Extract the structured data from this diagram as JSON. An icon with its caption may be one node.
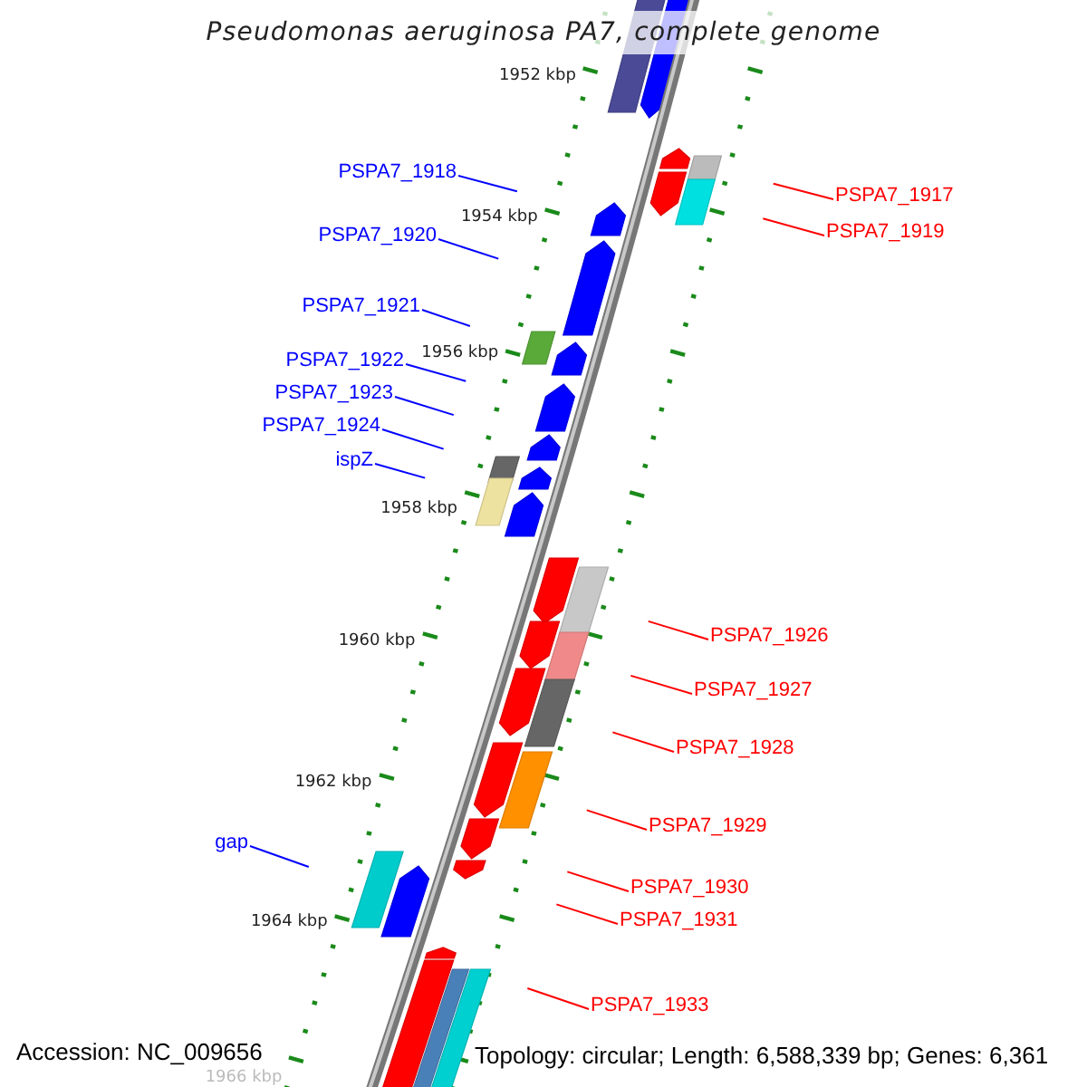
{
  "diagram": {
    "title": "Pseudomonas aeruginosa PA7, complete genome",
    "nodes": [
      {
        "text": [
          "PSPA7_1918"
        ]
      },
      {
        "text": [
          "PSPA7_1917"
        ]
      },
      {
        "text": [
          "PSPA7_1919"
        ]
      },
      {
        "text": [
          "PSPA7_1920"
        ]
      },
      {
        "text": [
          "PSPA7_1921"
        ]
      },
      {
        "text": [
          "PSPA7_1922"
        ]
      },
      {
        "text": [
          "PSPA7_1923"
        ]
      },
      {
        "text": [
          "PSPA7_1924"
        ]
      },
      {
        "text": [
          "ispZ"
        ]
      },
      {
        "text": [
          "PSPA7_1926"
        ]
      },
      {
        "text": [
          "PSPA7_1927"
        ]
      },
      {
        "text": [
          "PSPA7_1928"
        ]
      },
      {
        "text": [
          "PSPA7_1929"
        ]
      },
      {
        "text": [
          "gap"
        ]
      },
      {
        "text": [
          "PSPA7_1930"
        ]
      },
      {
        "text": [
          "PSPA7_1931"
        ]
      },
      {
        "text": [
          "PSPA7_1933"
        ]
      }
    ],
    "edges": [
      {
        "from": 0,
        "to": null,
        "arrow": "none",
        "color": "#0000ff"
      },
      {
        "from": 1,
        "to": null,
        "arrow": "none"
      },
      {
        "from": 2,
        "to": null,
        "arrow": "none"
      },
      {
        "from": 3,
        "to": null,
        "arrow": "none",
        "color": "#0000ff"
      },
      {
        "from": 4,
        "to": null,
        "arrow": "none",
        "color": "#0000ff"
      },
      {
        "from": 5,
        "to": null,
        "arrow": "none",
        "color": "#0000ff"
      },
      {
        "from": 6,
        "to": null,
        "arrow": "none",
        "color": "#0000ff"
      },
      {
        "from": 7,
        "to": null,
        "arrow": "none",
        "color": "#0000ff"
      },
      {
        "from": 8,
        "to": null,
        "arrow": "none",
        "color": "#0000ff"
      },
      {
        "from": 9,
        "to": null,
        "arrow": "none"
      },
      {
        "from": 10,
        "to": null,
        "arrow": "none"
      },
      {
        "from": 11,
        "to": null,
        "arrow": "none"
      },
      {
        "from": 12,
        "to": null,
        "arrow": "none"
      },
      {
        "from": 13,
        "to": null,
        "arrow": "none",
        "color": "#0000ff"
      },
      {
        "from": 14,
        "to": null,
        "arrow": "none"
      },
      {
        "from": 15,
        "to": null,
        "arrow": "none"
      },
      {
        "from": 16,
        "to": null,
        "arrow": "none"
      }
    ],
    "labels": [
      "1952 kbp",
      "1954 kbp",
      "1956 kbp",
      "1958 kbp",
      "1960 kbp",
      "1962 kbp",
      "1964 kbp",
      "1966 kbp",
      "Accession: NC_009656",
      "Topology: circular; Length: 6,588,339 bp; Genes: 6,361"
    ]
  }
}
